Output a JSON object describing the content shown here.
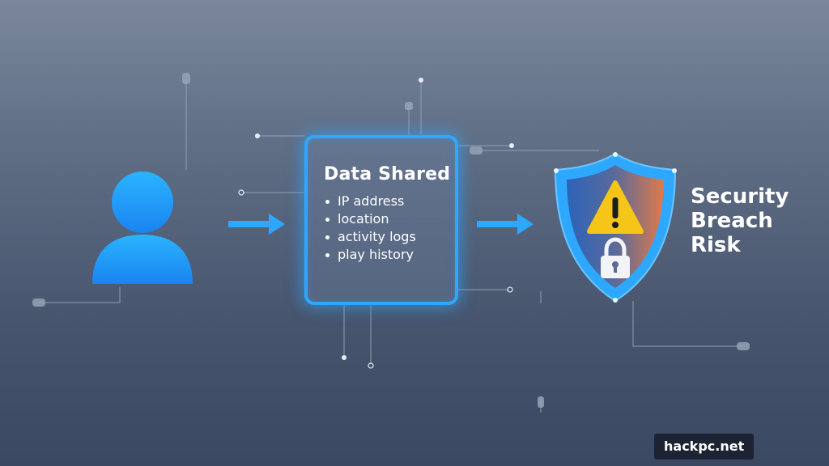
{
  "data_box": {
    "title": "Data Shared",
    "items": [
      "IP address",
      "location",
      "activity logs",
      "play history"
    ]
  },
  "risk": {
    "lines": [
      "Security",
      "Breach",
      "Risk"
    ]
  },
  "watermark": "hackpc.net",
  "colors": {
    "accent_blue": "#2ea8ff",
    "user_blue": "#1d9bf5",
    "warning_yellow": "#f5c518",
    "shield_orange": "#e07a4a",
    "background_top": "#7a879c",
    "background_bottom": "#3b4862"
  },
  "icons": [
    "user-silhouette-icon",
    "arrow-right-icon",
    "shield-icon",
    "warning-triangle-icon",
    "padlock-icon"
  ]
}
